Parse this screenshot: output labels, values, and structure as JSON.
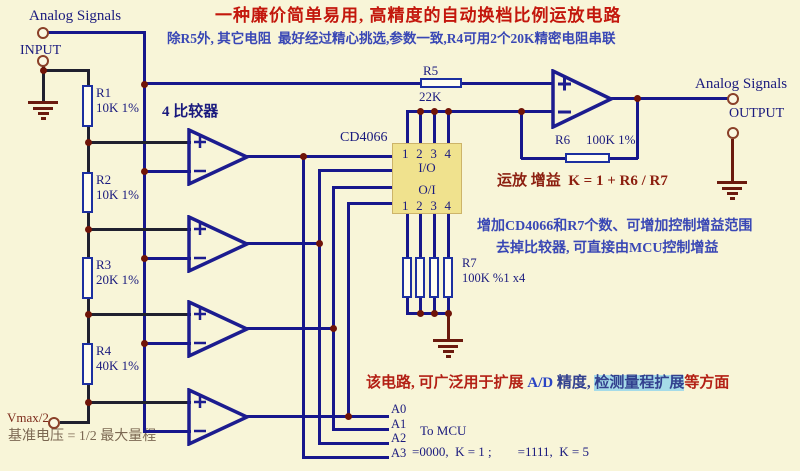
{
  "colors": {
    "background": "#f8f5d8",
    "wire_blue": "#17178c",
    "wire_black": "#20202f",
    "junction_red": "#701408",
    "terminal_brown": "#8a4028",
    "ground_red": "#6b1a0e",
    "title_red": "#c3170c",
    "note_blue": "#3947b5",
    "label_navy": "#1a1a7e",
    "formula_maroon": "#8c1f10",
    "highlight_cyan": "#a5dbe8",
    "chip_yellow": "#f0e28e"
  },
  "title": "一种廉价简单易用, 高精度的自动换档比例运放电路",
  "subtitle": "除R5外, 其它电阻  最好经过精心挑选,参数一致,R4可用2个20K精密电阻串联",
  "input": {
    "signal_label": "Analog Signals",
    "port_label": "INPUT"
  },
  "output": {
    "signal_label": "Analog Signals",
    "port_label": "OUTPUT"
  },
  "comparator_section": {
    "heading": "4 比较器"
  },
  "chip": {
    "name": "CD4066",
    "pin_numbers": [
      "1",
      "2",
      "3",
      "4"
    ],
    "io_label": "I/O",
    "oi_label": "O/I"
  },
  "resistors": {
    "r1": {
      "name": "R1",
      "value": "10K 1%"
    },
    "r2": {
      "name": "R2",
      "value": "10K 1%"
    },
    "r3": {
      "name": "R3",
      "value": "20K 1%"
    },
    "r4": {
      "name": "R4",
      "value": "40K 1%"
    },
    "r5": {
      "name": "R5",
      "value": "22K"
    },
    "r6": {
      "name": "R6",
      "value": "100K 1%"
    },
    "r7": {
      "name": "R7",
      "value": "100K %1 x4"
    }
  },
  "gain_formula": "运放 增益  K = 1 + R6 / R7",
  "notes": {
    "gain_note_line1": "增加CD4066和R7个数、可增加控制增益范围",
    "gain_note_line2": "去掉比较器, 可直接由MCU控制增益",
    "usage_prefix": "该电路, 可广泛用于扩展 ",
    "usage_ad": "A/D",
    "usage_mid": " 精度, ",
    "usage_highlight": "检测量程扩展",
    "usage_suffix": "等方面"
  },
  "mcu": {
    "a_labels": [
      "A0",
      "A1",
      "A2",
      "A3"
    ],
    "to_mcu": "To MCU",
    "logic_text": "=0000,  K = 1 ;        =1111,  K = 5"
  },
  "reference": {
    "vmax_label": "Vmax/2",
    "description": "基准电压 = 1/2 最大量程"
  }
}
